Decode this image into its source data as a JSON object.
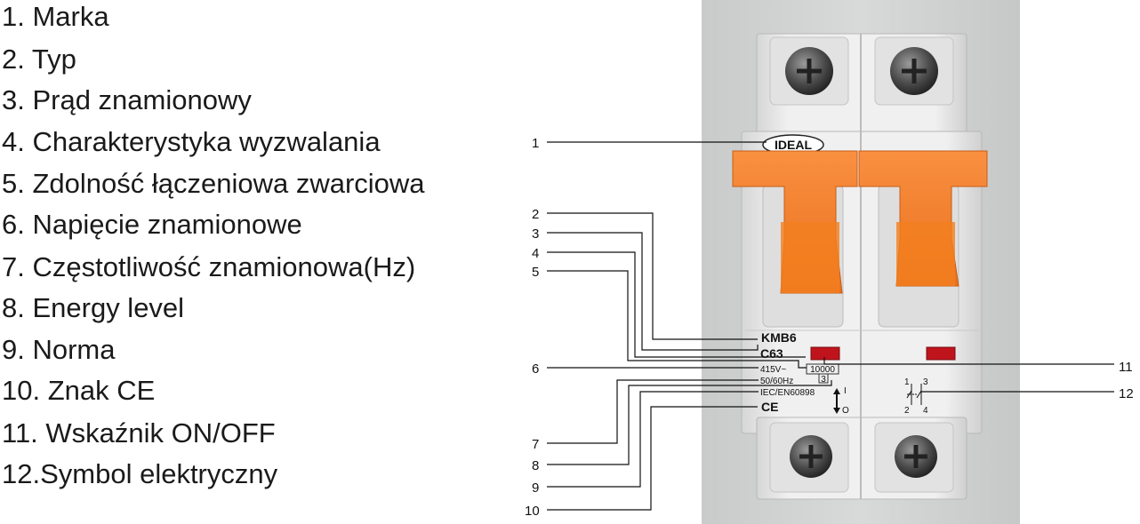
{
  "legend": [
    "1. Marka",
    "2. Typ",
    "3. Prąd znamionowy",
    "4. Charakterystyka wyzwalania",
    "5. Zdolność łączeniowa zwarciowa",
    "6. Napięcie znamionowe",
    "7. Częstotliwość znamionowa(Hz)",
    "8. Energy level",
    "9. Norma",
    "10. Znak CE",
    "11. Wskaźnik ON/OFF",
    "12.Symbol elektryczny"
  ],
  "callouts": [
    "1",
    "2",
    "3",
    "4",
    "5",
    "6",
    "7",
    "8",
    "9",
    "10",
    "11",
    "12"
  ],
  "device": {
    "brand": "IDEAL",
    "model": "KMB6",
    "rating": "C63",
    "voltage": "415V~",
    "breaking_capacity": "10000",
    "energy_class": "3",
    "frequency": "50/60Hz",
    "standard": "IEC/EN60898",
    "ce_mark": "CE",
    "switch_on": "I",
    "switch_off": "O",
    "terminal_1": "1",
    "terminal_3": "3",
    "terminal_2": "2",
    "terminal_4": "4"
  },
  "colors": {
    "handle": "#f57f25",
    "handle_dark": "#d8621a",
    "indicator": "#c0141c",
    "body": "#ececec",
    "background": "#d2d4d4"
  }
}
